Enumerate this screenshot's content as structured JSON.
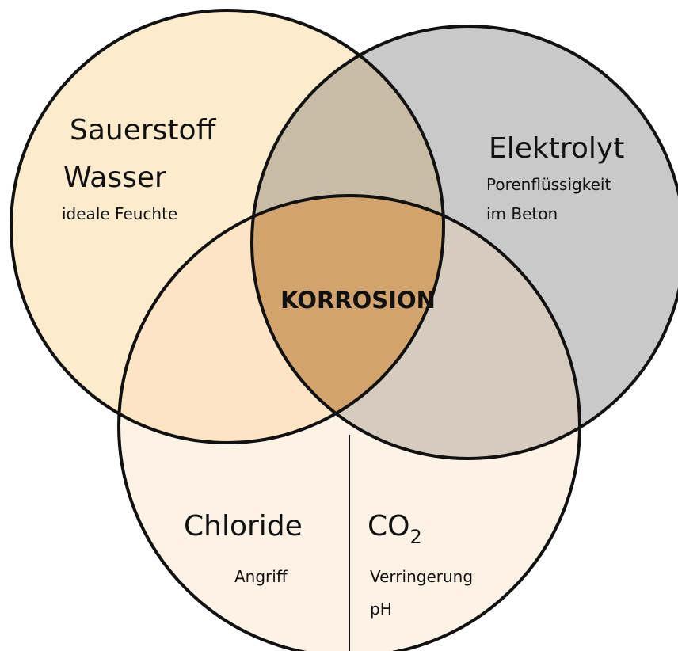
{
  "circles": {
    "top_left": {
      "title_1": "Sauerstoff",
      "title_2": "Wasser",
      "subtitle": "ideale Feuchte"
    },
    "top_right": {
      "title": "Elektrolyt",
      "subtitle_1": "Porenflüssigkeit",
      "subtitle_2": "im Beton"
    },
    "bottom_left": {
      "title": "Chloride",
      "subtitle": "Angriff"
    },
    "bottom_right": {
      "title_main": "CO",
      "title_sub": "2",
      "subtitle_1": "Verringerung",
      "subtitle_2": "pH"
    }
  },
  "center": {
    "label": "KORROSION"
  },
  "colors": {
    "top_left_fill": "#FDEBCD",
    "top_right_fill": "#C9C9C9",
    "bottom_fill": "#FDF2E6",
    "overlap_top": "#C9BCA6",
    "overlap_left": "#FCE4C4",
    "overlap_right": "#D6CBBF",
    "center_fill": "#D3A36E",
    "stroke": "#111111"
  }
}
